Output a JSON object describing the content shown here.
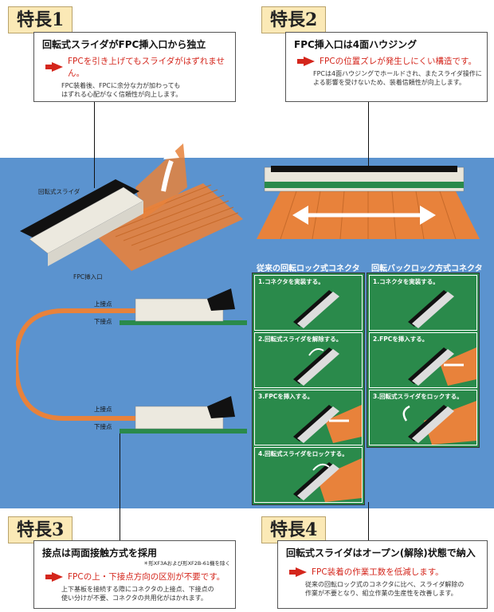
{
  "features": [
    {
      "tag": "特長1",
      "title": "回転式スライダがFPC挿入口から独立",
      "highlight": "FPCを引き上げてもスライダがはずれません。",
      "body": "FPC装着後、FPCに余分な力が加わっても\nはずれる心配がなく信頼性が向上します。"
    },
    {
      "tag": "特長2",
      "title": "FPC挿入口は4面ハウジング",
      "highlight": "FPCの位置ズレが発生しにくい構造です。",
      "body": "FPCは4面ハウジングでホールドされ、またスライダ操作に\nよる影響を受けないため、装着信頼性が向上します。"
    },
    {
      "tag": "特長3",
      "title": "接点は両面接触方式を採用",
      "note": "＊形XF3Aおよび形XF2B-61機を除く",
      "highlight": "FPCの上・下接点方向の区別が不要です。",
      "body": "上下基板を接続する際にコネクタの上接点、下接点の\n使い分けが不要、コネクタの共用化がはかれます。"
    },
    {
      "tag": "特長4",
      "title": "回転式スライダはオープン(解除)状態で納入",
      "highlight": "FPC装着の作業工数を低減します。",
      "body": "従来の回転ロック式のコネクタに比べ、スライダ解除の\n作業が不要となり、組立作業の生産性を改善します。"
    }
  ],
  "labels": {
    "slider": "回転式スライダ",
    "fpc_inlet": "FPC挿入口",
    "upper_contact_1": "上接点",
    "lower_contact_1": "下接点",
    "upper_contact_2": "上接点",
    "lower_contact_2": "下接点"
  },
  "panels": {
    "conventional": {
      "title": "従来の回転ロック式コネクタ",
      "steps": [
        "1.コネクタを実装する。",
        "2.回転式スライダを解除する。",
        "3.FPCを挿入する。",
        "4.回転式スライダをロックする。"
      ]
    },
    "backlock": {
      "title": "回転バックロック方式コネクタ",
      "steps": [
        "1.コネクタを実装する。",
        "2.FPCを挿入する。",
        "3.回転式スライダをロックする。"
      ]
    }
  },
  "colors": {
    "band": "#5b93cf",
    "accent_red": "#d4261c",
    "pcb_green": "#2a8a4b",
    "fpc_orange": "#e8823b",
    "tag_bg": "#fbe9b6"
  }
}
